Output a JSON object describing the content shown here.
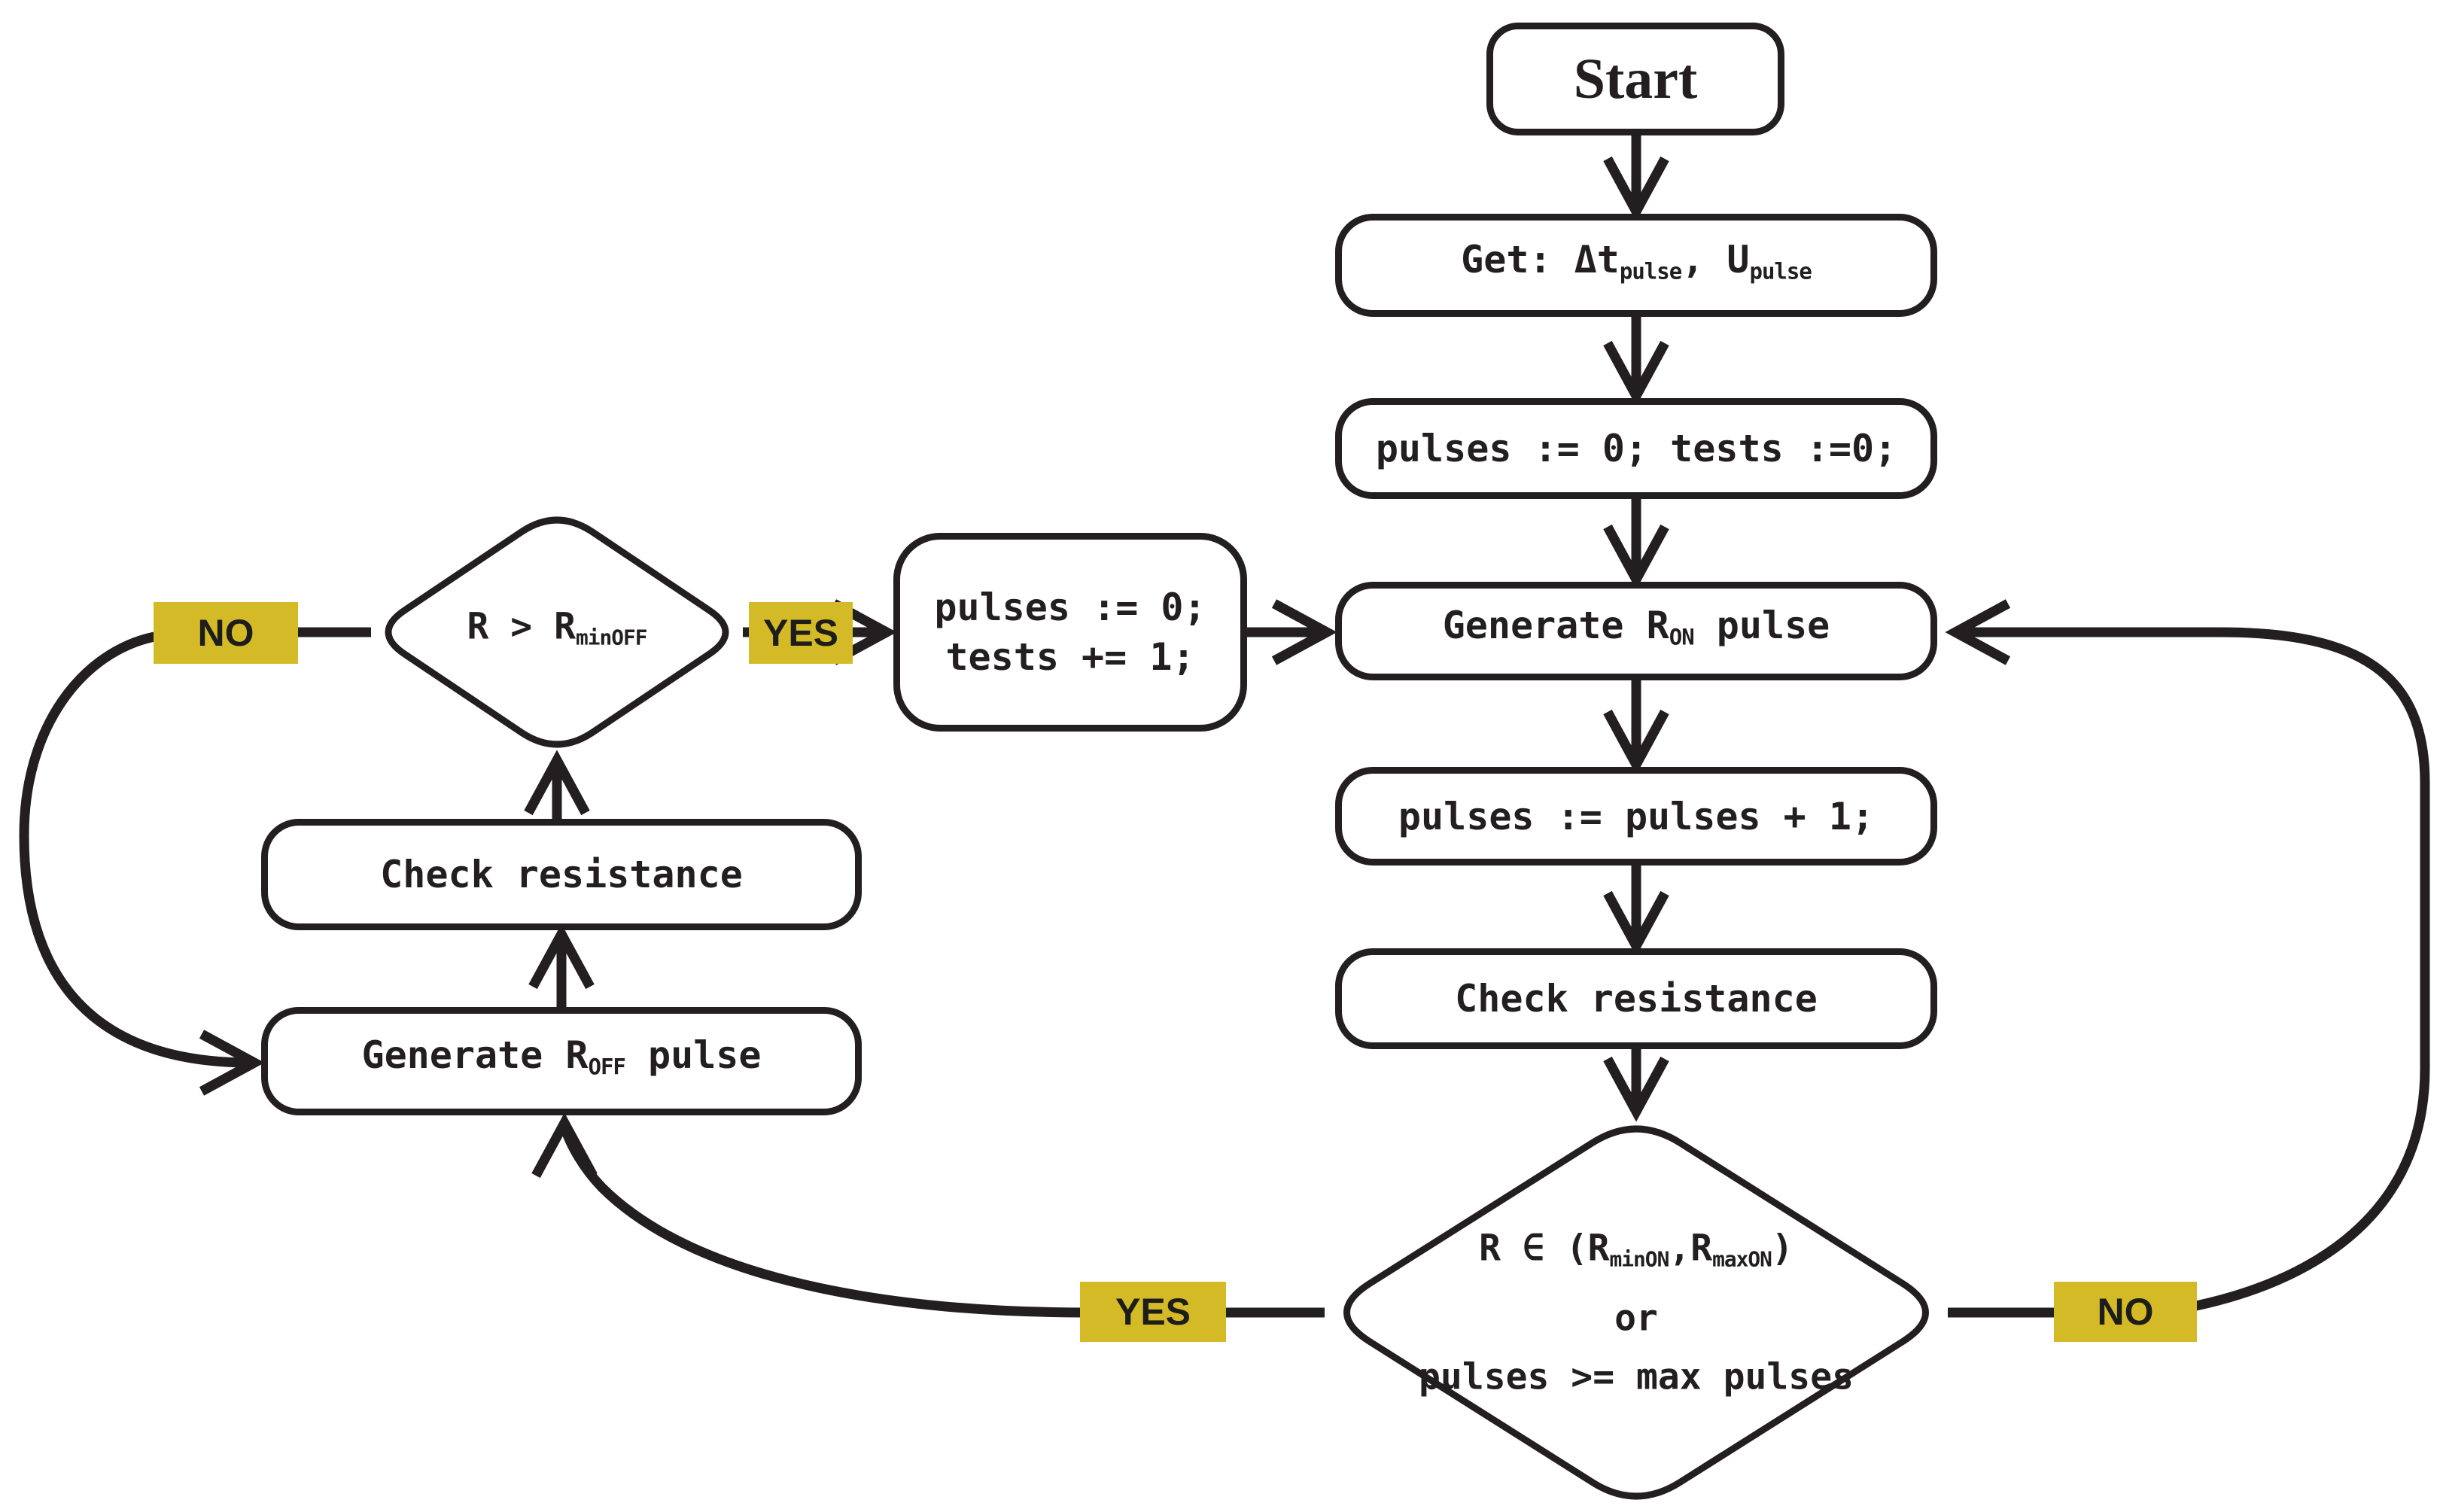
{
  "colors": {
    "line": "#231f20",
    "label_bg": "#d5ba27",
    "node_bg": "#ffffff"
  },
  "nodes": {
    "start": {
      "label": "Start"
    },
    "get_params": {
      "segments": [
        {
          "t": "Get: Δt"
        },
        {
          "t": "pulse",
          "sub": true
        },
        {
          "t": ", U"
        },
        {
          "t": "pulse",
          "sub": true
        }
      ]
    },
    "init_counters": {
      "label": "pulses := 0; tests :=0;"
    },
    "generate_on": {
      "segments": [
        {
          "t": "Generate R"
        },
        {
          "t": "ON",
          "sub": true
        },
        {
          "t": " pulse"
        }
      ]
    },
    "increment_pulses": {
      "label": "pulses := pulses + 1;"
    },
    "check_resistance_right": {
      "label": "Check resistance"
    },
    "decision_on": {
      "line1": [
        {
          "t": "R ∈ (R"
        },
        {
          "t": "minON",
          "sub": true
        },
        {
          "t": ","
        },
        {
          "t": "R"
        },
        {
          "t": "maxON",
          "sub": true
        },
        {
          "t": ")"
        }
      ],
      "line2": [
        {
          "t": "or"
        }
      ],
      "line3": [
        {
          "t": "pulses >= max pulses"
        }
      ]
    },
    "decision_off": {
      "segments": [
        {
          "t": "R > R"
        },
        {
          "t": "minOFF",
          "sub": true
        }
      ]
    },
    "reset_tests": {
      "line1": [
        {
          "t": "pulses := 0;"
        }
      ],
      "line2": [
        {
          "t": "tests += 1;"
        }
      ]
    },
    "check_resistance_left": {
      "label": "Check resistance"
    },
    "generate_off": {
      "segments": [
        {
          "t": "Generate R"
        },
        {
          "t": "OFF",
          "sub": true
        },
        {
          "t": " pulse"
        }
      ]
    }
  },
  "labels": {
    "no_off": "NO",
    "yes_off": "YES",
    "yes_on": "YES",
    "no_on": "NO"
  }
}
